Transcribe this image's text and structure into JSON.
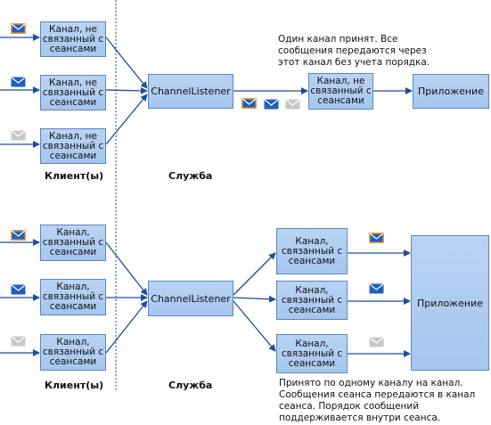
{
  "top": {
    "channels": [
      "Канал, не\nсвязанный с\nсеансами",
      "Канал, не\nсвязанный с\nсеансами",
      "Канал, не\nсвязанный с\nсеансами"
    ],
    "listener": "ChannelListener",
    "service_channel": "Канал, не\nсвязанный с\nсеансами",
    "app": "Приложение",
    "note": "Один канал принят. Все\nсообщения передаются через\nэтот канал без учета порядка.",
    "client_label": "Клиент(ы)",
    "service_label": "Служба"
  },
  "bottom": {
    "channels": [
      "Канал,\nсвязанный с\nсеансами",
      "Канал,\nсвязанный с\nсеансами",
      "Канал,\nсвязанный с\nсеансами"
    ],
    "listener": "ChannelListener",
    "service_channels": [
      "Канал,\nсвязанный с\nсеансами",
      "Канал,\nсвязанный с\nсеансами",
      "Канал,\nсвязанный с\nсеансами"
    ],
    "app": "Приложение",
    "note": "Принято по одному каналу на канал.\nСообщения сеанса передаются в канал\nсеанса. Порядок сообщений\nподдерживается внутри сеанса.",
    "client_label": "Клиент(ы)",
    "service_label": "Служба"
  },
  "colors": {
    "box_fill": "#a6c6ee",
    "box_border": "#5b86c4",
    "arrow": "#1f4e9a",
    "envelope_blue": "#1f5fbf",
    "envelope_gray": "#b0b0b0",
    "envelope_highlight": "#f0a030"
  }
}
